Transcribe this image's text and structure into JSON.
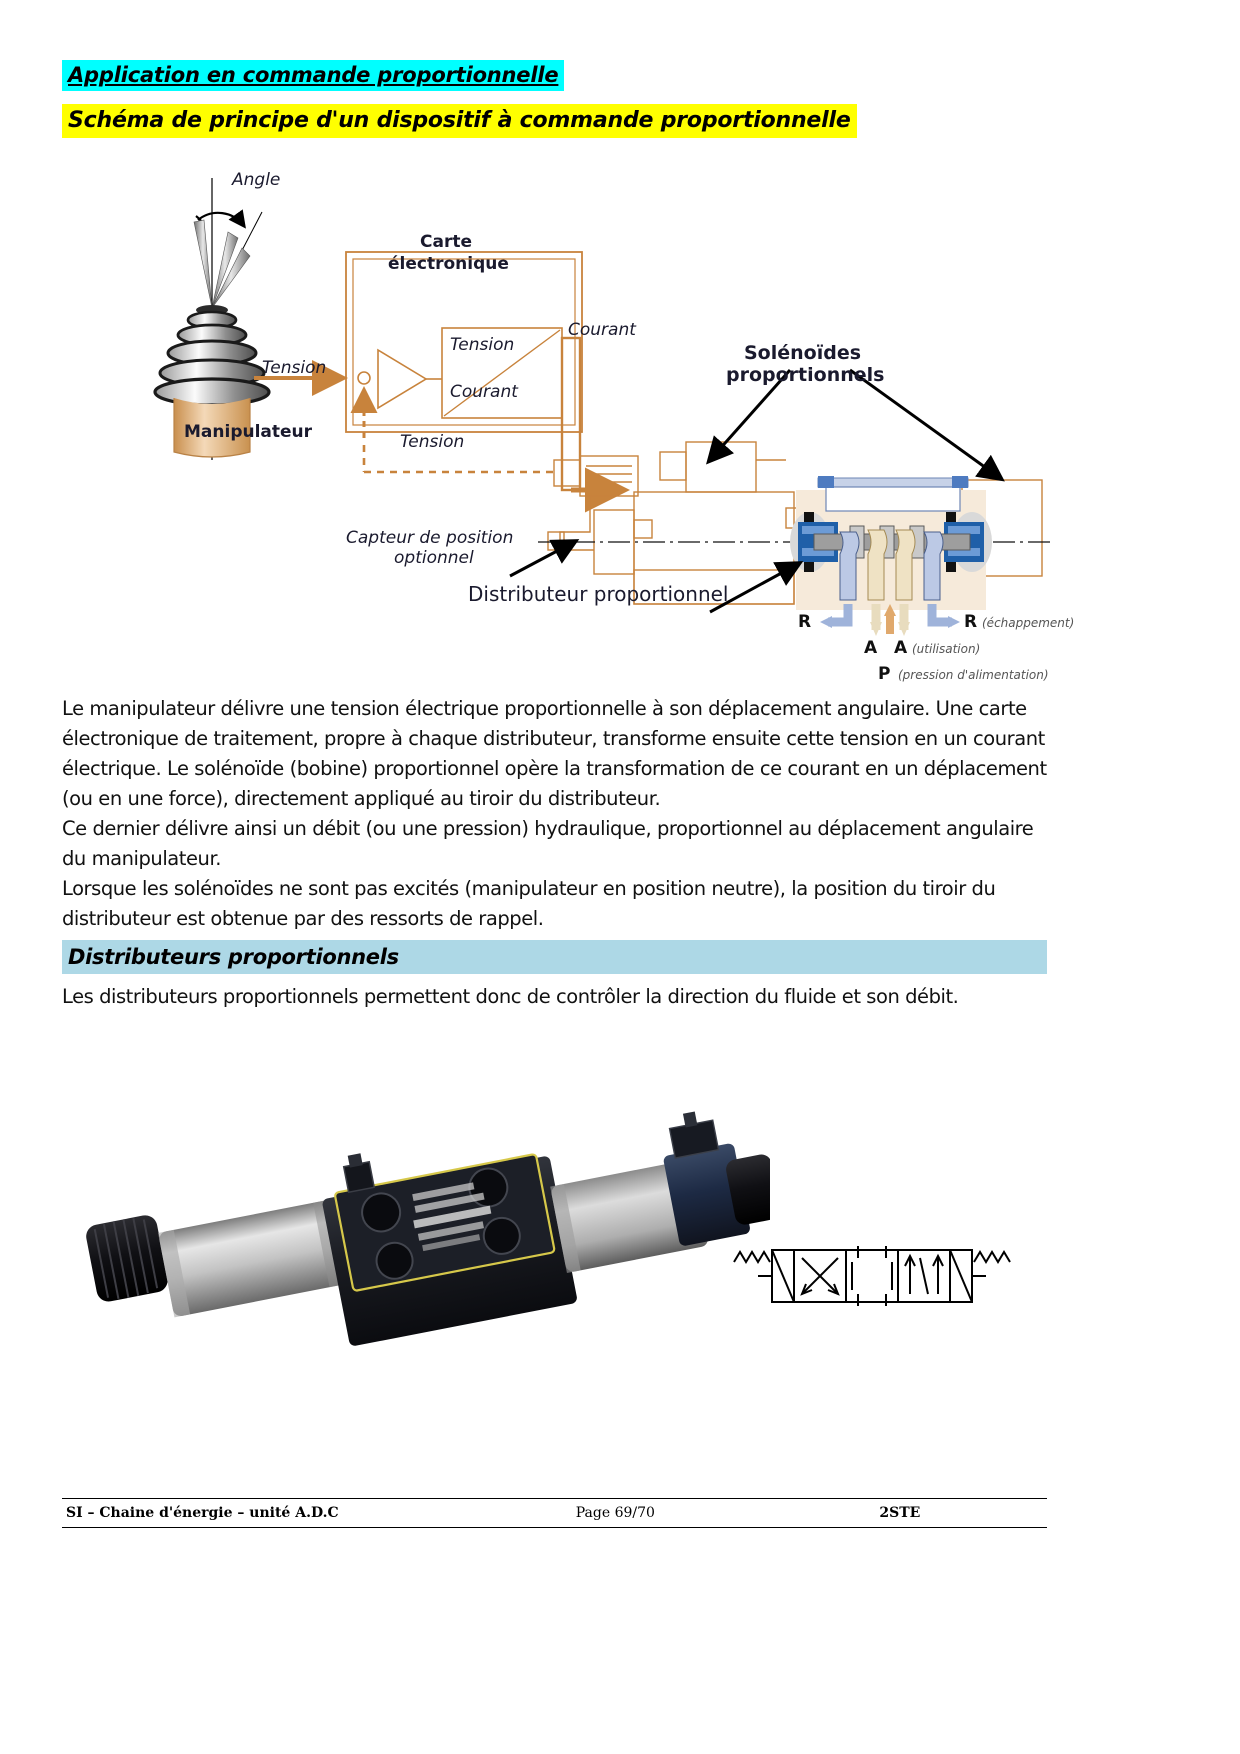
{
  "document": {
    "headings": {
      "main": "Application en commande proportionnelle",
      "sub": "Schéma de principe d'un dispositif à commande proportionnelle",
      "section": "Distributeurs proportionnels"
    },
    "paragraph_main": "Le manipulateur délivre une tension électrique proportionnelle à son déplacement angulaire. Une carte électronique de traitement, propre à chaque distributeur, transforme ensuite cette tension en un courant électrique. Le solénoïde (bobine) proportionnel opère la transformation de ce courant en un déplacement (ou en une force), directement appliqué au tiroir du distributeur.",
    "paragraph_main_2": "Ce dernier délivre ainsi un débit (ou une pression) hydraulique, proportionnel au déplacement angulaire du manipulateur.",
    "paragraph_main_3": "Lorsque les solénoïdes ne sont pas excités (manipulateur en position neutre), la position du tiroir du distributeur est obtenue par des ressorts de rappel.",
    "paragraph_section": "Les distributeurs proportionnels permettent donc de contrôler la direction du fluide et son débit.",
    "footer": {
      "left": "SI – Chaine d'énergie – unité  A.D.C",
      "center": "Page 69/70",
      "right": "2STE"
    }
  },
  "diagram": {
    "labels": {
      "angle": "Angle",
      "tension_input": "Tension",
      "carte_line1": "Carte",
      "carte_line2": "électronique",
      "box_tension": "Tension",
      "box_courant": "Courant",
      "courant_out": "Courant",
      "tension_feedback": "Tension",
      "manipulateur": "Manipulateur",
      "capteur_line1": "Capteur de position",
      "capteur_line2": "optionnel",
      "distributeur": "Distributeur proportionnel",
      "solenoides_line1": "Solénoïdes",
      "solenoides_line2": "proportionnels",
      "port_r_left": "R",
      "port_r_right": "R",
      "port_r_note": "(échappement)",
      "port_a_left": "A",
      "port_a_right": "A",
      "port_a_note": "(utilisation)",
      "port_p": "P",
      "port_p_note": "(pression d'alimentation)"
    }
  },
  "colors": {
    "highlight_cyan": "#00FFFF",
    "highlight_yellow": "#FFFF00",
    "section_band_blue": "#ADD8E6",
    "diagram_orange": "#C8833C",
    "diagram_blue": "#1F5FA8",
    "diagram_lightblue": "#A8BEE0"
  }
}
